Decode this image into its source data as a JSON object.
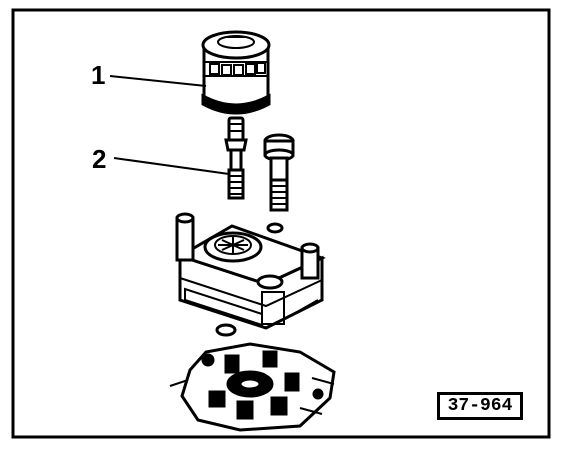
{
  "callouts": {
    "filter": "1",
    "bolt": "2"
  },
  "figure_reference": "37-964",
  "colors": {
    "ink": "#000000",
    "paper": "#ffffff"
  }
}
